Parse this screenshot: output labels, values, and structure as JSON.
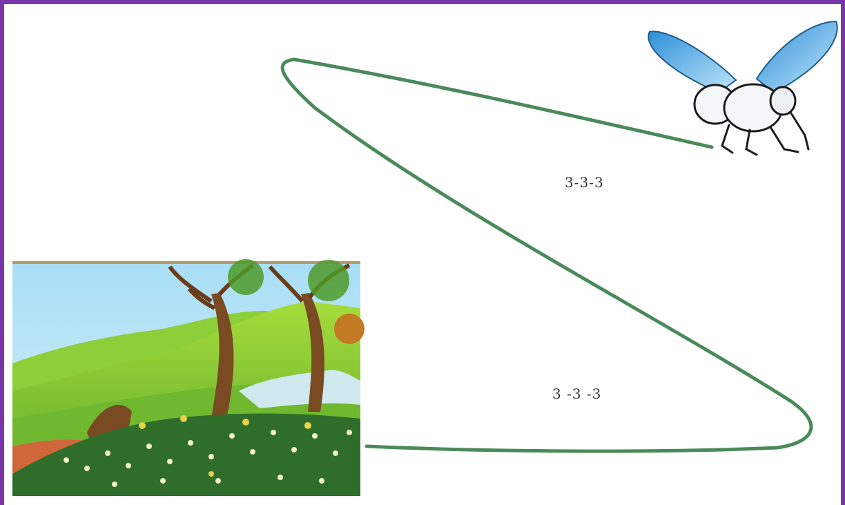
{
  "labels": {
    "top_path": "3-3-3",
    "bottom_path": "3 -3 -3"
  },
  "icons": {
    "insect": "fly-icon",
    "scene": "countryside-landscape-picture"
  },
  "colors": {
    "frame": "#7a35a8",
    "path_line": "#4a8a5a",
    "sky": "#8fd0f0",
    "hills": "#7cc83a",
    "fly_wings": "#5ab4e8"
  }
}
